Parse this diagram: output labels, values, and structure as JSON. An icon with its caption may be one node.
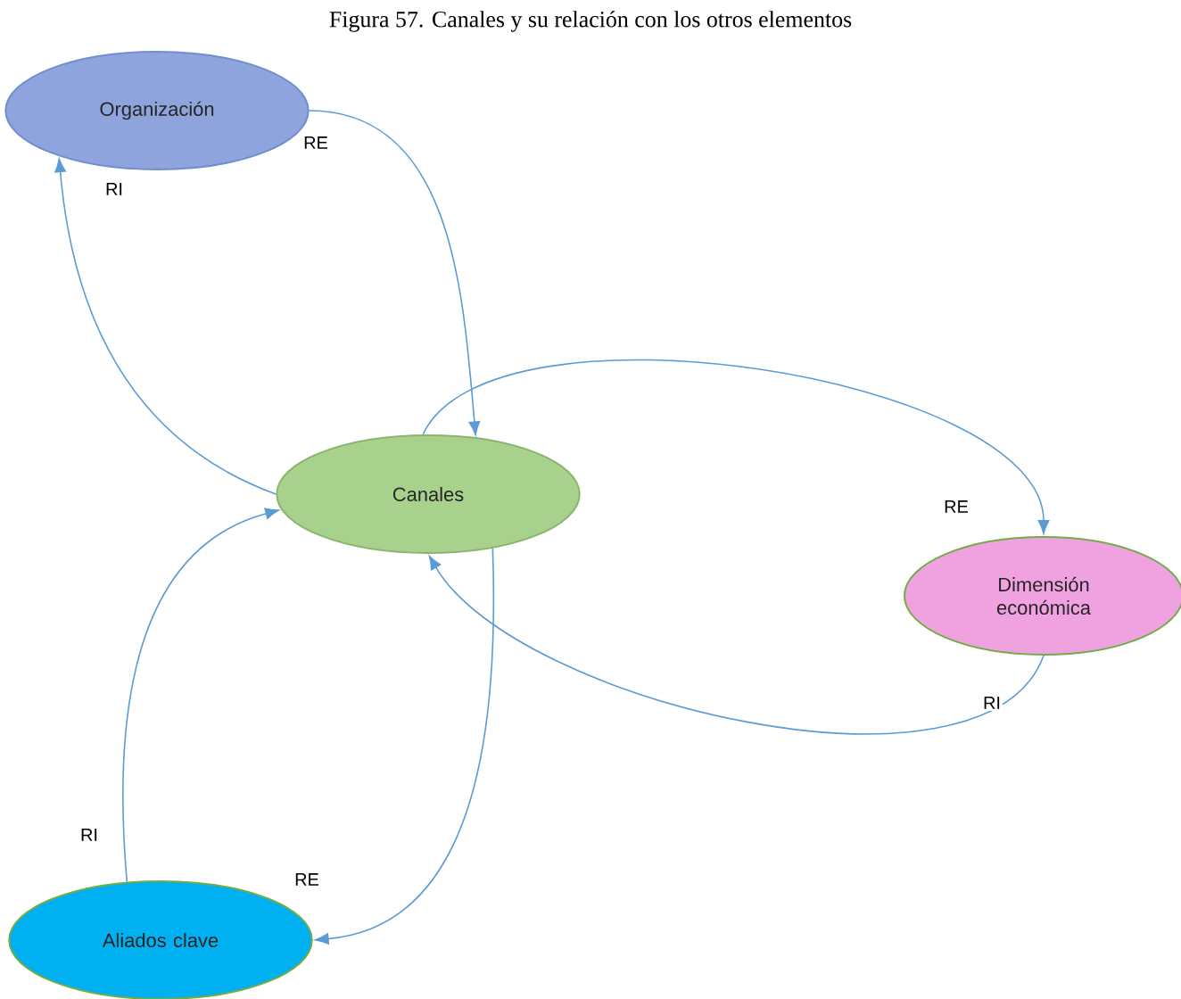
{
  "diagram": {
    "title": "Figura 57. Canales y su relación con los otros elementos",
    "nodes": [
      {
        "text": [
          "Organización"
        ]
      },
      {
        "text": [
          "Canales"
        ]
      },
      {
        "text": [
          "Dimensión económica"
        ]
      },
      {
        "text": [
          "Aliados clave"
        ]
      }
    ],
    "edges": [
      {
        "from": 0,
        "to": 1,
        "arrow": "to",
        "label": "RE"
      },
      {
        "from": 1,
        "to": 0,
        "arrow": "to",
        "label": "RI"
      },
      {
        "from": 1,
        "to": 2,
        "arrow": "to",
        "label": "RE"
      },
      {
        "from": 2,
        "to": 1,
        "arrow": "to",
        "label": "RI"
      },
      {
        "from": 1,
        "to": 3,
        "arrow": "to",
        "label": "RE"
      },
      {
        "from": 3,
        "to": 1,
        "arrow": "to",
        "label": "RI"
      }
    ]
  }
}
